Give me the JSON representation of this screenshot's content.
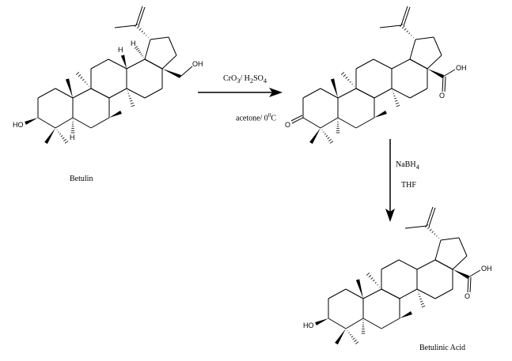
{
  "compounds": {
    "betulin": {
      "name": "Betulin"
    },
    "intermediate": {
      "name": ""
    },
    "betulinic_acid": {
      "name": "Betulinic Acid"
    }
  },
  "step1": {
    "reagent_top": "CrO",
    "reagent_top_sub": "3",
    "reagent_top_rest": "/ H",
    "reagent_top_sub2": "2",
    "reagent_top_end": "SO",
    "reagent_top_sub3": "4",
    "conditions": "acetone/ 0",
    "conditions_sup": "0",
    "conditions_end": "C"
  },
  "step2": {
    "reagent": "NaBH",
    "reagent_sub": "4",
    "solvent": "THF"
  },
  "atoms": {
    "ho": "HO",
    "oh": "OH",
    "o": "O",
    "h": "H"
  }
}
